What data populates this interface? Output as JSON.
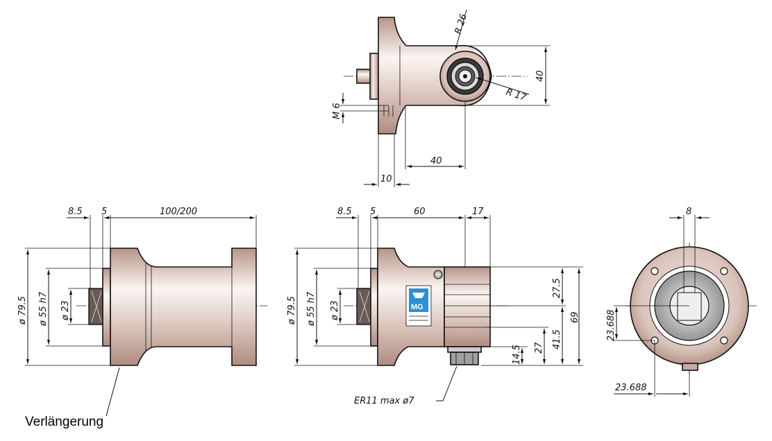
{
  "top_view": {
    "r26": "R 26",
    "r17": "R 17",
    "m6": "M 6",
    "d40_vertical": "40",
    "d40_horizontal": "40",
    "d10": "10"
  },
  "left_view": {
    "d8_5": "8.5",
    "d5": "5",
    "d100_200": "100/200",
    "dia79_5": "ø 79.5",
    "dia55h7": "ø 55 h7",
    "dia23": "ø 23",
    "label": "Verlängerung"
  },
  "middle_view": {
    "d8_5": "8.5",
    "d5": "5",
    "d60": "60",
    "d17": "17",
    "dia79_5": "ø 79.5",
    "dia55h7": "ø 55 h7",
    "dia23": "ø 23",
    "d27_5": "27.5",
    "d69": "69",
    "d41_5": "41.5",
    "d27": "27",
    "d14_5": "14.5",
    "collet": "ER11 max ø7",
    "logo_text": "MG"
  },
  "right_view": {
    "d8": "8",
    "d23_688_vertical": "23.688",
    "d23_688_horizontal": "23.688"
  },
  "colors": {
    "body_light": "#f1e6e0",
    "body_mid": "#c9a99d",
    "body_dark": "#8a6a60",
    "label_blue": "#2f8fd0"
  }
}
